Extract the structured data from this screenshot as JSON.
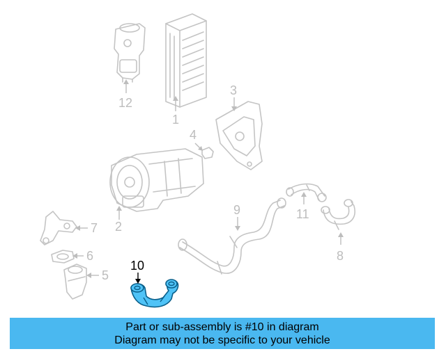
{
  "callouts": {
    "c1": "1",
    "c2": "2",
    "c3": "3",
    "c4": "4",
    "c5": "5",
    "c6": "6",
    "c7": "7",
    "c8": "8",
    "c9": "9",
    "c10": "10",
    "c11": "11",
    "c12": "12"
  },
  "highlight": {
    "part": "10",
    "color": "#4fc3f7"
  },
  "banner": {
    "line1": "Part or sub-assembly is #10 in diagram",
    "line2": "Diagram may not be specific to your vehicle",
    "color": "#4ab8f0"
  }
}
